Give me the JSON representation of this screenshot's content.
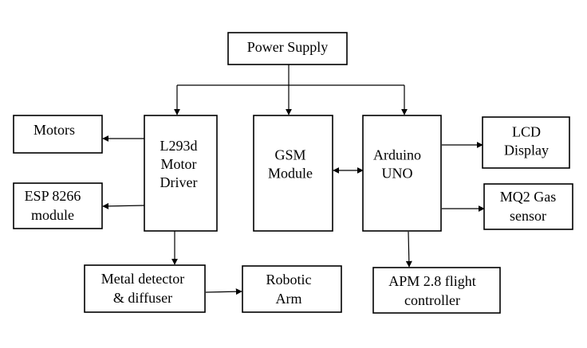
{
  "nodes": {
    "power_supply": [
      "Power Supply"
    ],
    "motors": [
      "Motors"
    ],
    "motor_driver": [
      "L293d",
      "Motor",
      "Driver"
    ],
    "gsm": [
      "GSM",
      "Module"
    ],
    "arduino": [
      "Arduino",
      "UNO"
    ],
    "lcd": [
      "LCD",
      "Display"
    ],
    "esp": [
      "ESP 8266",
      "module"
    ],
    "mq2": [
      "MQ2 Gas",
      "sensor"
    ],
    "metal_detector": [
      "Metal detector",
      "& diffuser"
    ],
    "robotic_arm": [
      "Robotic",
      "Arm"
    ],
    "apm": [
      "APM 2.8 flight",
      "controller"
    ]
  },
  "colors": {
    "stroke": "#000000",
    "background": "#ffffff"
  }
}
